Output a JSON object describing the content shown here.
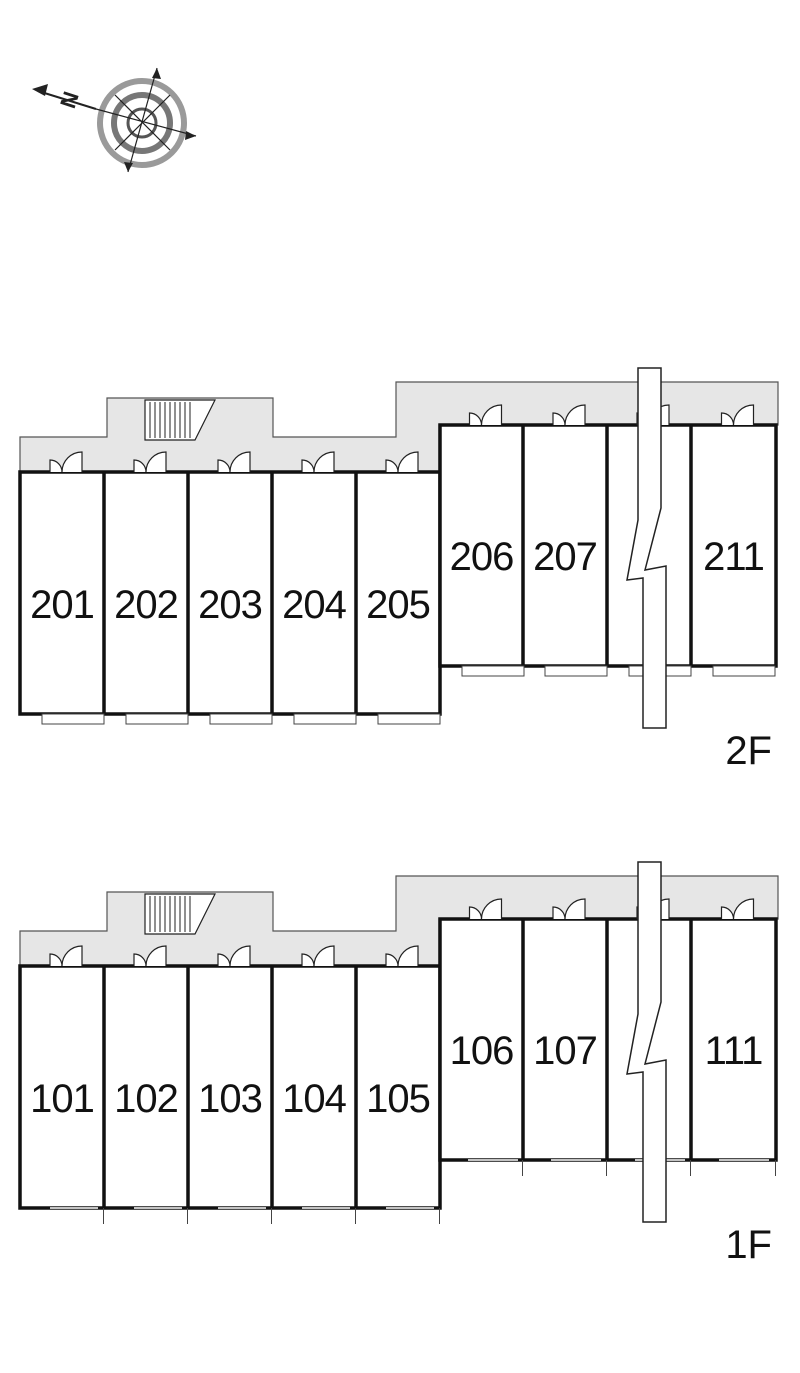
{
  "compass": {
    "north_label": "N",
    "icon": "compass-rose-icon"
  },
  "floors": [
    {
      "label": "2F",
      "units_main": [
        "201",
        "202",
        "203",
        "204",
        "205"
      ],
      "units_side": [
        "206",
        "207",
        "211"
      ]
    },
    {
      "label": "1F",
      "units_main": [
        "101",
        "102",
        "103",
        "104",
        "105"
      ],
      "units_side": [
        "106",
        "107",
        "111"
      ]
    }
  ],
  "colors": {
    "corridor": "#e6e6e6",
    "wall": "#111111",
    "thin_line": "#555555",
    "compass_ring": "#9a9a9a"
  }
}
